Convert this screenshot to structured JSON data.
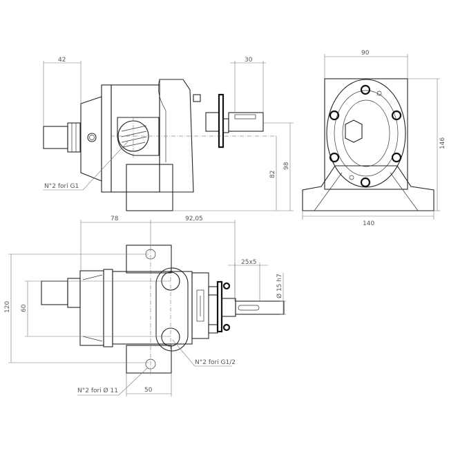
{
  "drawing": {
    "side_view": {
      "dim_flange_length": "42",
      "dim_shaft_length": "30",
      "dim_axis_height": "82",
      "dim_top_height": "98",
      "port_note": "N°2 fori G1"
    },
    "front_view": {
      "dim_width": "90",
      "dim_height": "146",
      "dim_base_width": "140"
    },
    "top_view": {
      "dim_left": "78",
      "dim_right": "92,05",
      "dim_mount_spacing": "120",
      "dim_port_spacing": "60",
      "dim_key": "25x5",
      "dim_shaft_dia": "Ø 15 h7",
      "dim_foot_width": "50",
      "port_note": "N°2 fori G1/2",
      "hole_note": "N°2 fori Ø 11"
    }
  }
}
